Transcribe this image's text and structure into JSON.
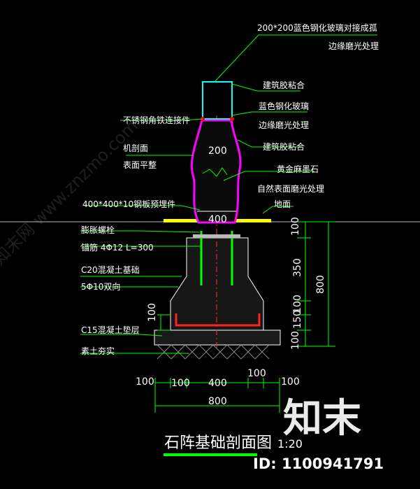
{
  "labels": {
    "top_1": "200*200蓝色钢化玻璃对接成孤",
    "top_2": "边缘磨光处理",
    "glue_1": "建筑胶粘合",
    "glass_1": "蓝色钢化玻璃",
    "glass_2": "边缘磨光处理",
    "connector": "不锈钢角铁连接件",
    "machine_cut_1": "机剖面",
    "machine_cut_2": "表面平整",
    "glue_2": "建筑胶粘合",
    "granite_1": "黄金麻墨石",
    "granite_2": "自然表面磨光处理",
    "plate": "400*400*10钢板预埋件",
    "ground": "地面",
    "bolt": "膨胀螺栓",
    "anchor": "锚筋 4Φ12 L=300",
    "c20": "C20混凝土基础",
    "rebar": "5Φ10双向",
    "c15": "C15混凝土垫层",
    "soil": "素土夯实"
  },
  "dims": {
    "stone_width": "200",
    "stone_base": "400",
    "r_100a": "100",
    "r_350": "350",
    "r_100b": "100",
    "r_150": "150",
    "r_100c": "100",
    "r_total": "800",
    "l_100": "100",
    "b_100a": "100",
    "b_100b": "100",
    "b_400": "400",
    "b_100c": "100",
    "b_100d": "100",
    "b_800": "800"
  },
  "title": {
    "name": "石阵基础剖面图",
    "scale": "1:20"
  },
  "watermark": {
    "brand": "知末",
    "id": "ID: 1100941791",
    "diag": "知末网 www.znzmo.com"
  },
  "colors": {
    "background": "#000000",
    "leader": "#00ff00",
    "glass": "#00ffff",
    "stone": "#ff00ff",
    "rebar": "#ff0000",
    "steel_plate": "#ffff00",
    "dimension": "#00ff00",
    "title_underline": "#00ff00"
  }
}
